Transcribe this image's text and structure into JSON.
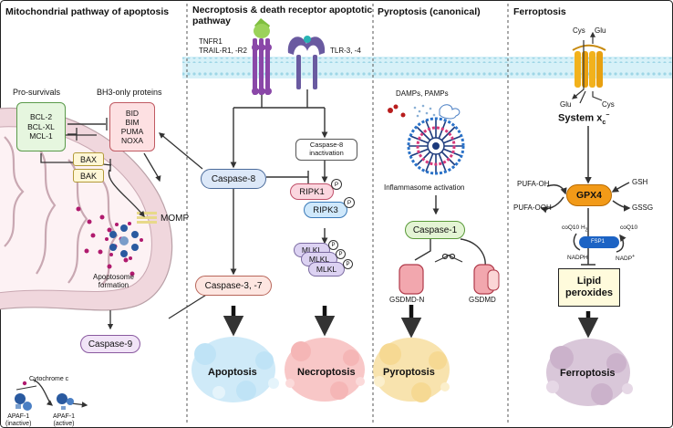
{
  "panels": {
    "mito": {
      "title": "Mitochondrial pathway of apoptosis",
      "prosurvivals_label": "Pro-survivals",
      "prosurvivals": [
        "BCL-2",
        "BCL-XL",
        "MCL-1"
      ],
      "bh3_label": "BH3-only proteins",
      "bh3": [
        "BID",
        "BIM",
        "PUMA",
        "NOXA"
      ],
      "bax": "BAX",
      "bak": "BAK",
      "momp": "MOMP",
      "cytochrome": "Cytochrome c",
      "apaf_inactive": [
        "APAF-1",
        "(inactive)"
      ],
      "apaf_active": [
        "APAF-1",
        "(active)"
      ],
      "apoptosome": [
        "Apoptosome",
        "formation"
      ],
      "caspase9": "Caspase-9"
    },
    "necro": {
      "title": [
        "Necroptosis & death receptor apoptotic",
        "pathway"
      ],
      "receptors1": [
        "TNFR1",
        "TRAIL-R1, -R2"
      ],
      "receptors2": "TLR-3, -4",
      "casp8_inact": [
        "Caspase-8",
        "inactivation"
      ],
      "caspase8": "Caspase-8",
      "caspase37": "Caspase-3, -7",
      "ripk1": "RIPK1",
      "ripk3": "RIPK3",
      "mlkl": "MLKL",
      "p": "P",
      "apoptosis": "Apoptosis",
      "necroptosis": "Necroptosis"
    },
    "pyro": {
      "title": "Pyroptosis (canonical)",
      "damps": "DAMPs, PAMPs",
      "inflammasome": "Inflammasome activation",
      "caspase1": "Caspase-1",
      "gsdmd_n": "GSDMD-N",
      "gsdmd": "GSDMD",
      "outcome": "Pyroptosis"
    },
    "ferro": {
      "title": "Ferroptosis",
      "cys": "Cys",
      "glu": "Glu",
      "system": "System x",
      "system_sub": "c",
      "system_sup": "−",
      "gpx4": "GPX4",
      "pufa_oh": "PUFA-OH",
      "pufa_ooh": "PUFA-OOH",
      "gsh": "GSH",
      "gssg": "GSSG",
      "coq10h2": "coQ10 H",
      "coq10h2_sub": "2",
      "coq10": "coQ10",
      "fsp1": "FSP1",
      "nadph": "NADPH",
      "nadp": "NADP",
      "nadp_sup": "+",
      "lipid": [
        "Lipid",
        "peroxides"
      ],
      "outcome": "Ferroptosis"
    }
  },
  "colors": {
    "membrane_fill": "#d7f1f8",
    "membrane_dots": "#9ed6e6",
    "mito_membrane": "#f0d7dd",
    "mito_crista": "#c9a8b2",
    "pro_survival": "#e6f6df",
    "bh3_box": "#fde0e2",
    "bax_box": "#fff7d6",
    "caspase8": "#dce8f8",
    "caspase37": "#fde6e1",
    "caspase9": "#f1e4f7",
    "caspase1": "#e3f4d4",
    "ripk1": "#fbd6df",
    "ripk3": "#cfe8fb",
    "mlkl": "#dcd2f2",
    "gpx4": "#f29a18",
    "fsp1": "#1c63c4",
    "lipid_box": "#fffbdc",
    "apoptosis_cloud": "#cfeaf8",
    "necroptosis_cloud": "#f8c7c7",
    "pyroptosis_cloud": "#f8e3ae",
    "ferroptosis_cloud": "#d9c7d9"
  },
  "icons": [
    "receptor-tnfr1-icon",
    "receptor-tlr-icon",
    "mitochondrion-icon",
    "apoptosome-icon",
    "inflammasome-icon",
    "system-xc-transporter-icon",
    "scissors-icon",
    "damps-pamps-icon"
  ]
}
